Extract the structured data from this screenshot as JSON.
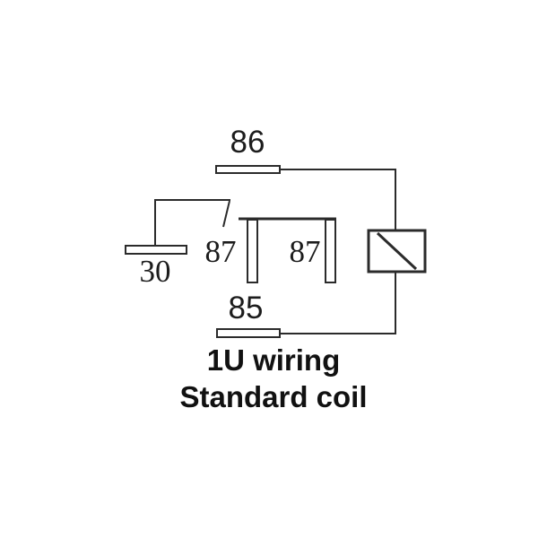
{
  "diagram": {
    "type": "relay-wiring-schematic",
    "terminals": {
      "coil_top": "86",
      "coil_bottom": "85",
      "common": "30",
      "no_left": "87",
      "no_right": "87"
    },
    "caption": {
      "line1": "1U wiring",
      "line2": "Standard coil"
    },
    "colors": {
      "line": "#2b2b2b",
      "text": "#1c1c1c",
      "background": "#ffffff"
    }
  }
}
